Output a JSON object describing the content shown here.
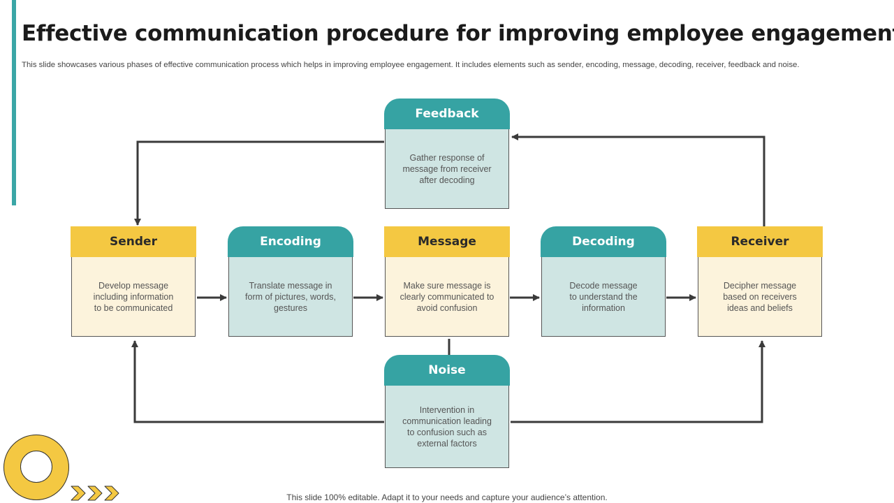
{
  "slide": {
    "title": "Effective communication procedure for improving employee engagement",
    "subtitle": "This slide showcases various phases of effective communication process which helps in improving employee engagement. It includes elements such as sender, encoding, message, decoding, receiver, feedback and noise.",
    "footer": "This slide 100% editable. Adapt it to your needs and capture your audience’s attention."
  },
  "colors": {
    "teal": "#36a3a3",
    "teal_light": "#cfe5e3",
    "yellow": "#f4c842",
    "yellow_light": "#fcf3dc",
    "connector": "#3a3a3a"
  },
  "stages": {
    "feedback": {
      "title": "Feedback",
      "text": "Gather response of message from receiver after decoding"
    },
    "sender": {
      "title": "Sender",
      "text": "Develop message including information to be communicated"
    },
    "encoding": {
      "title": "Encoding",
      "text": "Translate message in form of pictures, words, gestures"
    },
    "message": {
      "title": "Message",
      "text": "Make sure message is clearly communicated to avoid confusion"
    },
    "decoding": {
      "title": "Decoding",
      "text": "Decode message to understand the information"
    },
    "receiver": {
      "title": "Receiver",
      "text": "Decipher message based on receivers ideas and beliefs"
    },
    "noise": {
      "title": "Noise",
      "text": "Intervention in communication leading to confusion such as external factors"
    }
  },
  "decor": {
    "ring_icon": "yellow-ring",
    "chevron_icon": "double-chevron-right"
  }
}
